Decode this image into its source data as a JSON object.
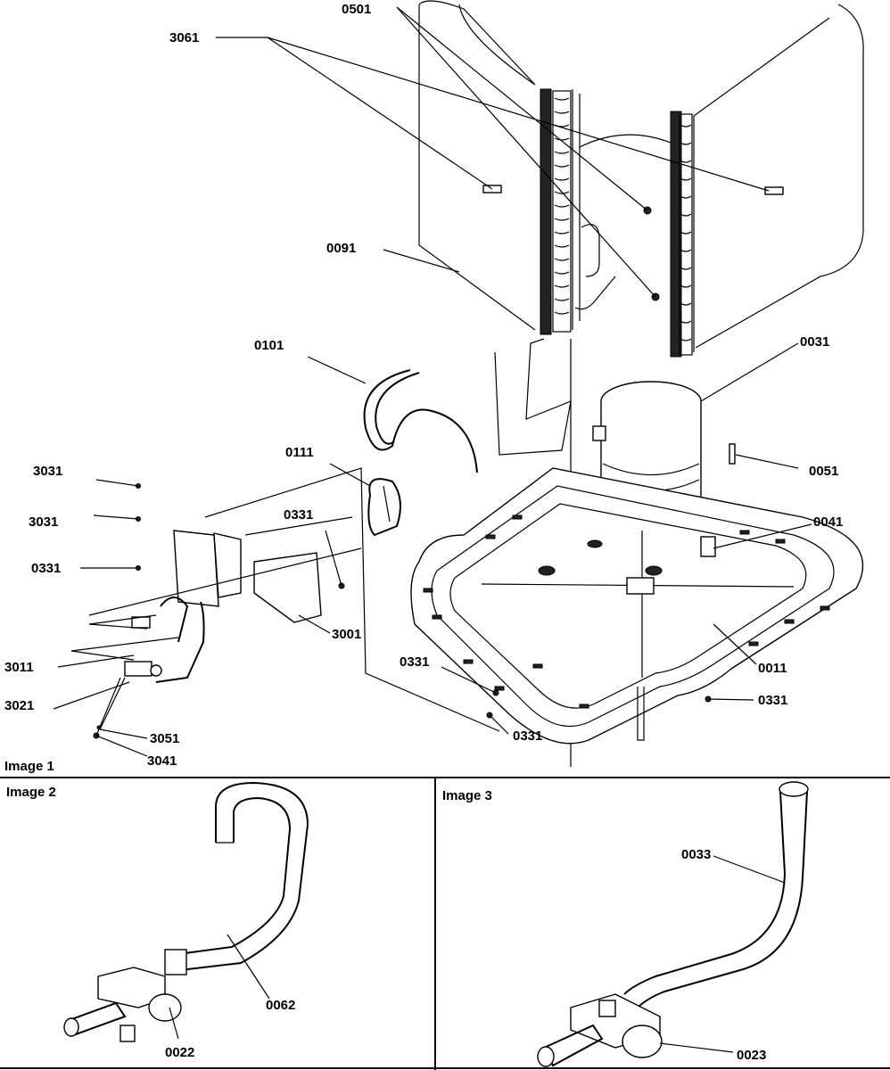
{
  "panels": {
    "panel1_title": "Image 1",
    "panel2_title": "Image 2",
    "panel3_title": "Image 3"
  },
  "callouts": {
    "c3061": "3061",
    "c0501": "0501",
    "c0091": "0091",
    "c0101": "0101",
    "c0031": "0031",
    "c0111": "0111",
    "c0051": "0051",
    "c3031a": "3031",
    "c3031b": "3031",
    "c0331a": "0331",
    "c0331b": "0331",
    "c0041": "0041",
    "c3001": "3001",
    "c0011": "0011",
    "c3011": "3011",
    "c0331c": "0331",
    "c3021": "3021",
    "c0331d": "0331",
    "c0331e": "0331",
    "c3051": "3051",
    "c3041": "3041",
    "c0062": "0062",
    "c0022": "0022",
    "c0033": "0033",
    "c0023": "0023"
  }
}
